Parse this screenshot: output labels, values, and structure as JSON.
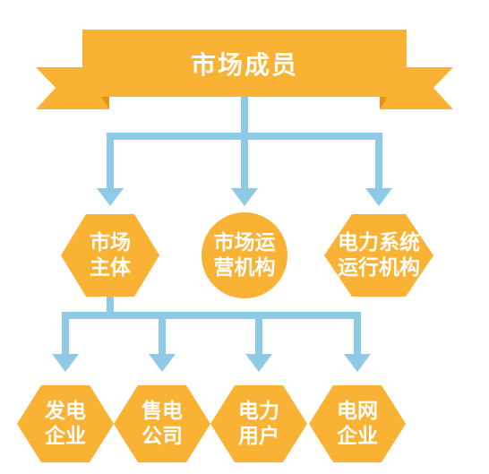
{
  "colors": {
    "banner": "#f9b233",
    "banner_fold": "#e69512",
    "node": "#f9b233",
    "connector": "#8ecae6",
    "text": "#ffffff"
  },
  "diagram": {
    "title": "市场成员",
    "level1": [
      {
        "label": "市场\n主体",
        "shape": "hexagon"
      },
      {
        "label": "市场运\n营机构",
        "shape": "circle"
      },
      {
        "label": "电力系统\n运行机构",
        "shape": "hexagon"
      }
    ],
    "level2": [
      {
        "label": "发电\n企业",
        "shape": "hexagon"
      },
      {
        "label": "售电\n公司",
        "shape": "hexagon"
      },
      {
        "label": "电力\n用户",
        "shape": "hexagon"
      },
      {
        "label": "电网\n企业",
        "shape": "hexagon"
      }
    ]
  }
}
